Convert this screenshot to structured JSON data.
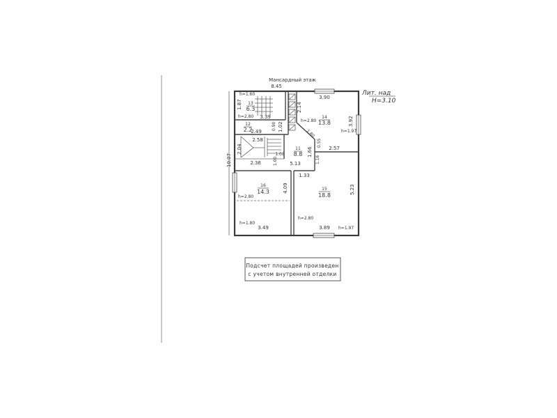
{
  "plan": {
    "title": "Мансардный этаж",
    "liter_label": "Лит. над",
    "height": "Н=3.10",
    "overall_width": "8.45",
    "overall_depth": "10.07",
    "note_line1": "Подсчет площадей произведен",
    "note_line2": "с учетом внутренней отделки",
    "rooms": {
      "r13": {
        "num": "13",
        "area": "6.3"
      },
      "r12": {
        "num": "12",
        "area": "2.2"
      },
      "r11": {
        "num": "11",
        "area": "8.8"
      },
      "r14": {
        "num": "14",
        "area": "13.8"
      },
      "r15": {
        "num": "15",
        "area": "18.8"
      },
      "r16": {
        "num": "16",
        "area": "14.3"
      }
    },
    "dims": {
      "d390": "3.90",
      "d339": "3.39",
      "d187": "1.87",
      "d214": "2.14",
      "d392": "3.92",
      "d249": "2.49",
      "d102": "1.02",
      "d090": "0.90",
      "d258": "2.58",
      "d257": "2.57",
      "d204": "2.04",
      "d236": "2.36",
      "d108": "1.08",
      "d100": "1.00",
      "d513": "5.13",
      "d166": "1.66",
      "d116": "1.16",
      "d055": "0.55",
      "d133": "1.33",
      "d523": "5.23",
      "d409": "4.09",
      "d349": "3.49",
      "d389": "3.89",
      "d180": "1.80"
    },
    "heights": {
      "h160": "h=1.60",
      "h280a": "h=2.80",
      "h280b": "h=2.80",
      "h197a": "h=1.97",
      "h280c": "h=2.80",
      "h180": "h=1.80",
      "h197b": "h=1.97",
      "h280d": "h=2.80"
    }
  }
}
